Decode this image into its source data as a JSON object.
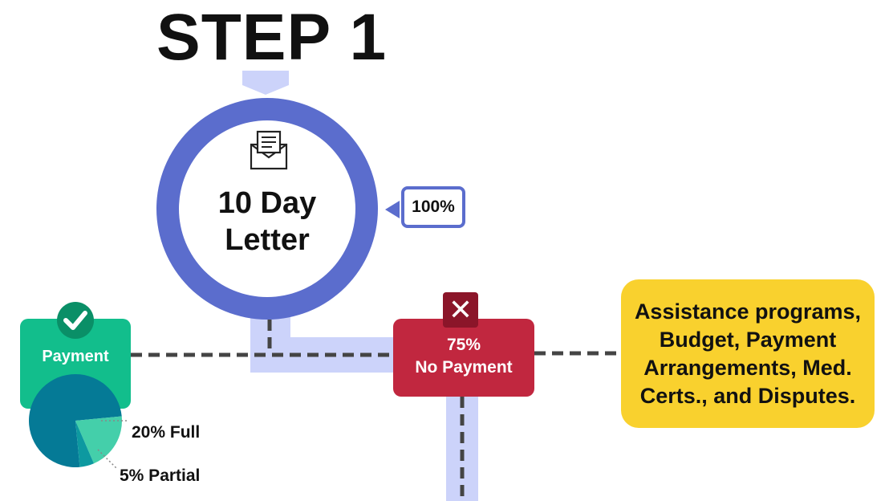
{
  "header": {
    "title": "STEP 1"
  },
  "letter": {
    "title": "10 Day Letter",
    "percent": "100%"
  },
  "payment": {
    "label": "Payment",
    "full_label": "20% Full",
    "partial_label": "5% Partial"
  },
  "no_payment": {
    "percent": "75%",
    "label": "No Payment"
  },
  "assistance": {
    "text": "Assistance programs, Budget, Payment Arrangements, Med. Certs., and Disputes."
  },
  "chart_data": {
    "type": "pie",
    "series": [
      {
        "values": [
          75,
          20,
          5
        ]
      }
    ],
    "labels": [
      "",
      "20% Full",
      "5% Partial"
    ]
  },
  "colors": {
    "ring": "#5b6dcd",
    "connector": "#ccd3fa",
    "payment": "#12be8c",
    "no_payment": "#c1273f",
    "assistance": "#f9d12e",
    "pie_main": "#057a96",
    "pie_full": "#44cfaa",
    "pie_partial": "#0d99a0"
  },
  "icons": [
    "envelope-letter-icon",
    "checkmark-icon",
    "close-x-icon"
  ]
}
